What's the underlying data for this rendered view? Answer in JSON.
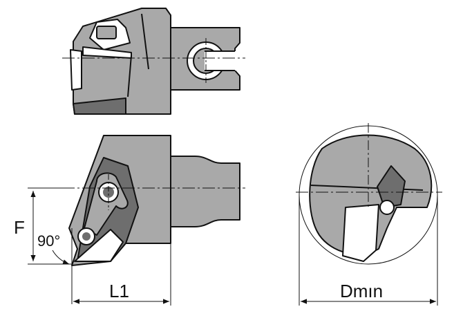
{
  "labels": {
    "f": "F",
    "angle": "90°",
    "l1": "L1",
    "dmin": "Dmın"
  },
  "colors": {
    "body_fill": "#a9a9a9",
    "dark_fill": "#6e6e6e",
    "outline": "#111111",
    "background": "#ffffff"
  }
}
